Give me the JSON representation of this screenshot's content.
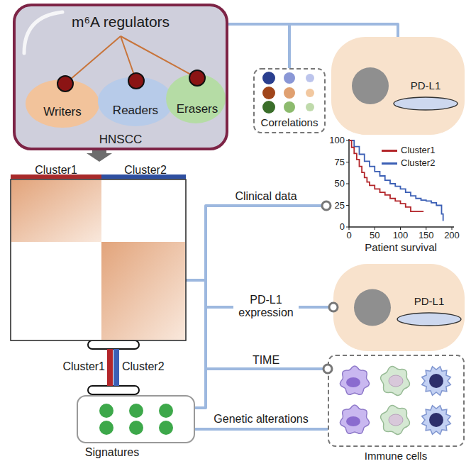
{
  "diagram": {
    "nodes": [
      {
        "text": [
          "m⁶A regulators",
          "HNSCC"
        ]
      },
      {
        "text": [
          "Writers"
        ],
        "in": 0
      },
      {
        "text": [
          "Readers"
        ],
        "in": 0
      },
      {
        "text": [
          "Erasers"
        ],
        "in": 0
      },
      {
        "text": [
          "Correlations"
        ]
      },
      {
        "text": [
          "PD-L1"
        ]
      },
      {
        "text": [
          "Cluster1",
          "Cluster2"
        ]
      },
      {
        "text": [
          "Patient survival"
        ]
      },
      {
        "text": [
          "PD-L1"
        ]
      },
      {
        "text": [
          "Immune cells"
        ]
      },
      {
        "text": [
          "Signatures"
        ]
      }
    ],
    "edges": [
      {
        "from": 0,
        "to": 4,
        "arrow": "none"
      },
      {
        "from": 0,
        "to": 5,
        "arrow": "none"
      },
      {
        "from": 0,
        "to": 6,
        "arrow": "to"
      },
      {
        "from": 6,
        "to": 7,
        "label": "Clinical data",
        "arrow": "none"
      },
      {
        "from": 6,
        "to": 8,
        "label": "PD-L1 expression",
        "arrow": "none"
      },
      {
        "from": 6,
        "to": 9,
        "label": "TIME",
        "arrow": "none"
      },
      {
        "from": 10,
        "to": 6,
        "arrow": "none"
      },
      {
        "from": 10,
        "to": 9,
        "label": "Genetic alterations",
        "arrow": "none"
      }
    ],
    "labels": [
      "Cluster1",
      "Cluster2",
      "100",
      "75",
      "50",
      "25",
      "0",
      "0",
      "50",
      "100",
      "150",
      "200"
    ],
    "legend": [
      {
        "text": "Cluster1",
        "color": "#b3262b"
      },
      {
        "text": "Cluster2",
        "color": "#3b5fb5"
      }
    ]
  }
}
